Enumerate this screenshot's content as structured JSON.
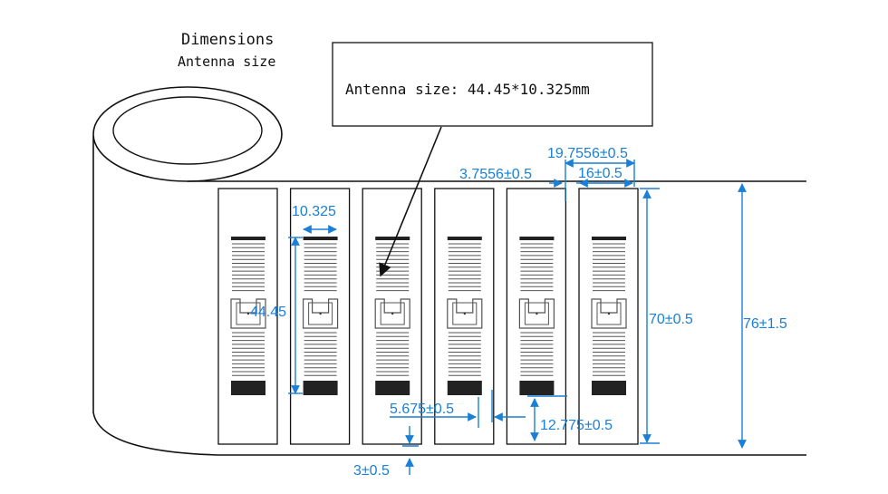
{
  "header": {
    "title": "Dimensions",
    "subtitle": "Antenna size"
  },
  "callout": {
    "text": "Antenna size: 44.45*10.325mm"
  },
  "dimensions": {
    "antenna_width": "10.325",
    "antenna_height": "44.45",
    "pitch": "19.7556±0.5",
    "label_width": "16±0.5",
    "gap": "3.7556±0.5",
    "label_height": "70±0.5",
    "liner_width": "76±1.5",
    "antenna_side_offset": "5.675±0.5",
    "antenna_bottom_offset": "12.775±0.5",
    "label_edge_offset": "3±0.5"
  },
  "colors": {
    "dimension": "#1a7fd6",
    "line": "#111111",
    "antenna_bar": "#222222"
  },
  "labels": {
    "count": 6
  }
}
